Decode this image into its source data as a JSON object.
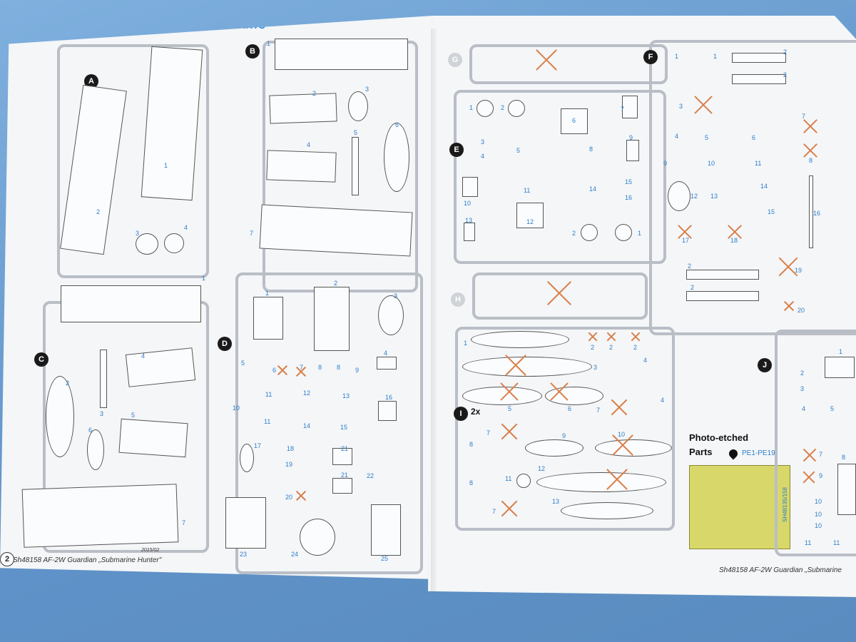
{
  "left_page": {
    "title": "KIT PARTS",
    "footer": "Sh48158 AF-2W Guardian „Submarine Hunter\"",
    "code_small": "2015/02",
    "page_number": "2"
  },
  "right_page": {
    "footer": "Sh48158 AF-2W Guardian „Submarine"
  },
  "sprues": {
    "A": {
      "letter": "A"
    },
    "B": {
      "letter": "B"
    },
    "C": {
      "letter": "C"
    },
    "D": {
      "letter": "D"
    },
    "E": {
      "letter": "E"
    },
    "F": {
      "letter": "F"
    },
    "G": {
      "letter": "G"
    },
    "H": {
      "letter": "H"
    },
    "I": {
      "letter": "I",
      "multiplier": "2x"
    },
    "J": {
      "letter": "J"
    }
  },
  "photo_etched": {
    "label_line1": "Photo-etched",
    "label_line2": "Parts",
    "range": "PE1-PE19",
    "sheet_code": "SH48135/158"
  },
  "part_numbers": {
    "A": [
      "1",
      "2",
      "3",
      "4"
    ],
    "B": [
      "1",
      "2",
      "3",
      "4",
      "5",
      "6",
      "7"
    ],
    "C": [
      "1",
      "2",
      "3",
      "4",
      "5",
      "6",
      "7"
    ],
    "D": [
      "1",
      "2",
      "3",
      "4",
      "5",
      "6",
      "7",
      "8",
      "8",
      "9",
      "10",
      "11",
      "11",
      "12",
      "13",
      "14",
      "15",
      "16",
      "17",
      "18",
      "19",
      "20",
      "21",
      "21",
      "22",
      "23",
      "24",
      "25"
    ],
    "E": [
      "1",
      "1",
      "2",
      "2",
      "3",
      "4",
      "5",
      "6",
      "7",
      "8",
      "9",
      "10",
      "11",
      "12",
      "13",
      "14",
      "15",
      "16"
    ],
    "F": [
      "1",
      "1",
      "2",
      "2",
      "2",
      "2",
      "3",
      "4",
      "5",
      "6",
      "7",
      "8",
      "9",
      "10",
      "11",
      "12",
      "13",
      "14",
      "15",
      "16",
      "17",
      "18",
      "19",
      "20"
    ],
    "I": [
      "1",
      "2",
      "2",
      "2",
      "3",
      "4",
      "4",
      "5",
      "6",
      "7",
      "7",
      "7",
      "8",
      "8",
      "9",
      "10",
      "11",
      "12",
      "13"
    ],
    "J": [
      "1",
      "2",
      "3",
      "4",
      "5",
      "7",
      "8",
      "9",
      "10",
      "10",
      "10",
      "11",
      "11"
    ]
  }
}
